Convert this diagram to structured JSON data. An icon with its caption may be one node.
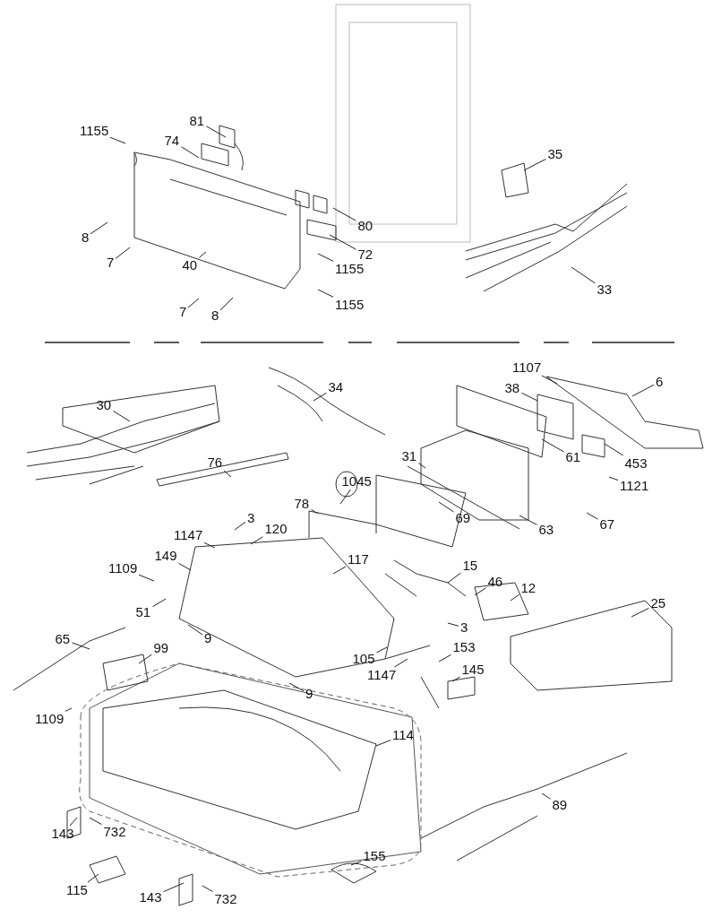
{
  "diagram": {
    "nodes": [
      {
        "text": [
          "81"
        ]
      },
      {
        "text": [
          "1155"
        ]
      },
      {
        "text": [
          "74"
        ]
      },
      {
        "text": [
          "35"
        ]
      },
      {
        "text": [
          "80"
        ]
      },
      {
        "text": [
          "8"
        ]
      },
      {
        "text": [
          "72"
        ]
      },
      {
        "text": [
          "7"
        ]
      },
      {
        "text": [
          "40"
        ]
      },
      {
        "text": [
          "1155"
        ]
      },
      {
        "text": [
          "33"
        ]
      },
      {
        "text": [
          "7"
        ]
      },
      {
        "text": [
          "8"
        ]
      },
      {
        "text": [
          "1155"
        ]
      },
      {
        "text": [
          "1107"
        ]
      },
      {
        "text": [
          "6"
        ]
      },
      {
        "text": [
          "34"
        ]
      },
      {
        "text": [
          "38"
        ]
      },
      {
        "text": [
          "30"
        ]
      },
      {
        "text": [
          "31"
        ]
      },
      {
        "text": [
          "61"
        ]
      },
      {
        "text": [
          "76"
        ]
      },
      {
        "text": [
          "453"
        ]
      },
      {
        "text": [
          "1121"
        ]
      },
      {
        "text": [
          "1045"
        ]
      },
      {
        "text": [
          "78"
        ]
      },
      {
        "text": [
          "3"
        ]
      },
      {
        "text": [
          "69"
        ]
      },
      {
        "text": [
          "67"
        ]
      },
      {
        "text": [
          "120"
        ]
      },
      {
        "text": [
          "63"
        ]
      },
      {
        "text": [
          "1147"
        ]
      },
      {
        "text": [
          "149"
        ]
      },
      {
        "text": [
          "117"
        ]
      },
      {
        "text": [
          "15"
        ]
      },
      {
        "text": [
          "1109"
        ]
      },
      {
        "text": [
          "46"
        ]
      },
      {
        "text": [
          "12"
        ]
      },
      {
        "text": [
          "25"
        ]
      },
      {
        "text": [
          "51"
        ]
      },
      {
        "text": [
          "3"
        ]
      },
      {
        "text": [
          "9"
        ]
      },
      {
        "text": [
          "65"
        ]
      },
      {
        "text": [
          "153"
        ]
      },
      {
        "text": [
          "99"
        ]
      },
      {
        "text": [
          "105"
        ]
      },
      {
        "text": [
          "145"
        ]
      },
      {
        "text": [
          "1147"
        ]
      },
      {
        "text": [
          "9"
        ]
      },
      {
        "text": [
          "1109"
        ]
      },
      {
        "text": [
          "114"
        ]
      },
      {
        "text": [
          "89"
        ]
      },
      {
        "text": [
          "143"
        ]
      },
      {
        "text": [
          "732"
        ]
      },
      {
        "text": [
          "155"
        ]
      },
      {
        "text": [
          "115"
        ]
      },
      {
        "text": [
          "143"
        ]
      },
      {
        "text": [
          "732"
        ]
      }
    ],
    "edges": [
      {
        "from": 0,
        "to": null,
        "arrow": "none"
      },
      {
        "from": 1,
        "to": null,
        "arrow": "none"
      },
      {
        "from": 2,
        "to": null,
        "arrow": "none"
      },
      {
        "from": 3,
        "to": null,
        "arrow": "none"
      },
      {
        "from": 4,
        "to": null,
        "arrow": "none"
      },
      {
        "from": 5,
        "to": null,
        "arrow": "none"
      },
      {
        "from": 6,
        "to": null,
        "arrow": "none"
      },
      {
        "from": 7,
        "to": null,
        "arrow": "none"
      },
      {
        "from": 8,
        "to": null,
        "arrow": "none"
      },
      {
        "from": 9,
        "to": null,
        "arrow": "none"
      },
      {
        "from": 10,
        "to": null,
        "arrow": "none"
      },
      {
        "from": 11,
        "to": null,
        "arrow": "none"
      },
      {
        "from": 12,
        "to": null,
        "arrow": "none"
      },
      {
        "from": 13,
        "to": null,
        "arrow": "none"
      },
      {
        "from": 14,
        "to": null,
        "arrow": "none"
      },
      {
        "from": 15,
        "to": null,
        "arrow": "none"
      },
      {
        "from": 16,
        "to": null,
        "arrow": "none"
      },
      {
        "from": 17,
        "to": null,
        "arrow": "none"
      },
      {
        "from": 18,
        "to": null,
        "arrow": "none"
      },
      {
        "from": 19,
        "to": null,
        "arrow": "none"
      },
      {
        "from": 20,
        "to": null,
        "arrow": "none"
      },
      {
        "from": 21,
        "to": null,
        "arrow": "none"
      },
      {
        "from": 22,
        "to": null,
        "arrow": "none"
      },
      {
        "from": 23,
        "to": null,
        "arrow": "none"
      },
      {
        "from": 24,
        "to": null,
        "arrow": "none"
      },
      {
        "from": 25,
        "to": null,
        "arrow": "none"
      },
      {
        "from": 26,
        "to": null,
        "arrow": "none"
      },
      {
        "from": 27,
        "to": null,
        "arrow": "none"
      },
      {
        "from": 28,
        "to": null,
        "arrow": "none"
      },
      {
        "from": 29,
        "to": null,
        "arrow": "none"
      },
      {
        "from": 30,
        "to": null,
        "arrow": "none"
      },
      {
        "from": 31,
        "to": null,
        "arrow": "none"
      },
      {
        "from": 32,
        "to": null,
        "arrow": "none"
      },
      {
        "from": 33,
        "to": null,
        "arrow": "none"
      },
      {
        "from": 34,
        "to": null,
        "arrow": "none"
      },
      {
        "from": 35,
        "to": null,
        "arrow": "none"
      },
      {
        "from": 36,
        "to": null,
        "arrow": "none"
      },
      {
        "from": 37,
        "to": null,
        "arrow": "none"
      },
      {
        "from": 38,
        "to": null,
        "arrow": "none"
      },
      {
        "from": 39,
        "to": null,
        "arrow": "none"
      },
      {
        "from": 40,
        "to": null,
        "arrow": "none"
      },
      {
        "from": 41,
        "to": null,
        "arrow": "none"
      },
      {
        "from": 42,
        "to": null,
        "arrow": "none"
      },
      {
        "from": 43,
        "to": null,
        "arrow": "none"
      },
      {
        "from": 44,
        "to": null,
        "arrow": "none"
      },
      {
        "from": 45,
        "to": null,
        "arrow": "none"
      },
      {
        "from": 46,
        "to": null,
        "arrow": "none"
      },
      {
        "from": 47,
        "to": null,
        "arrow": "none"
      },
      {
        "from": 48,
        "to": null,
        "arrow": "none"
      },
      {
        "from": 49,
        "to": null,
        "arrow": "none"
      },
      {
        "from": 50,
        "to": null,
        "arrow": "none"
      },
      {
        "from": 51,
        "to": null,
        "arrow": "none"
      },
      {
        "from": 52,
        "to": null,
        "arrow": "none"
      },
      {
        "from": 53,
        "to": null,
        "arrow": "none"
      },
      {
        "from": 54,
        "to": null,
        "arrow": "none"
      },
      {
        "from": 55,
        "to": null,
        "arrow": "none"
      },
      {
        "from": 56,
        "to": null,
        "arrow": "none"
      },
      {
        "from": 57,
        "to": null,
        "arrow": "none"
      }
    ]
  }
}
